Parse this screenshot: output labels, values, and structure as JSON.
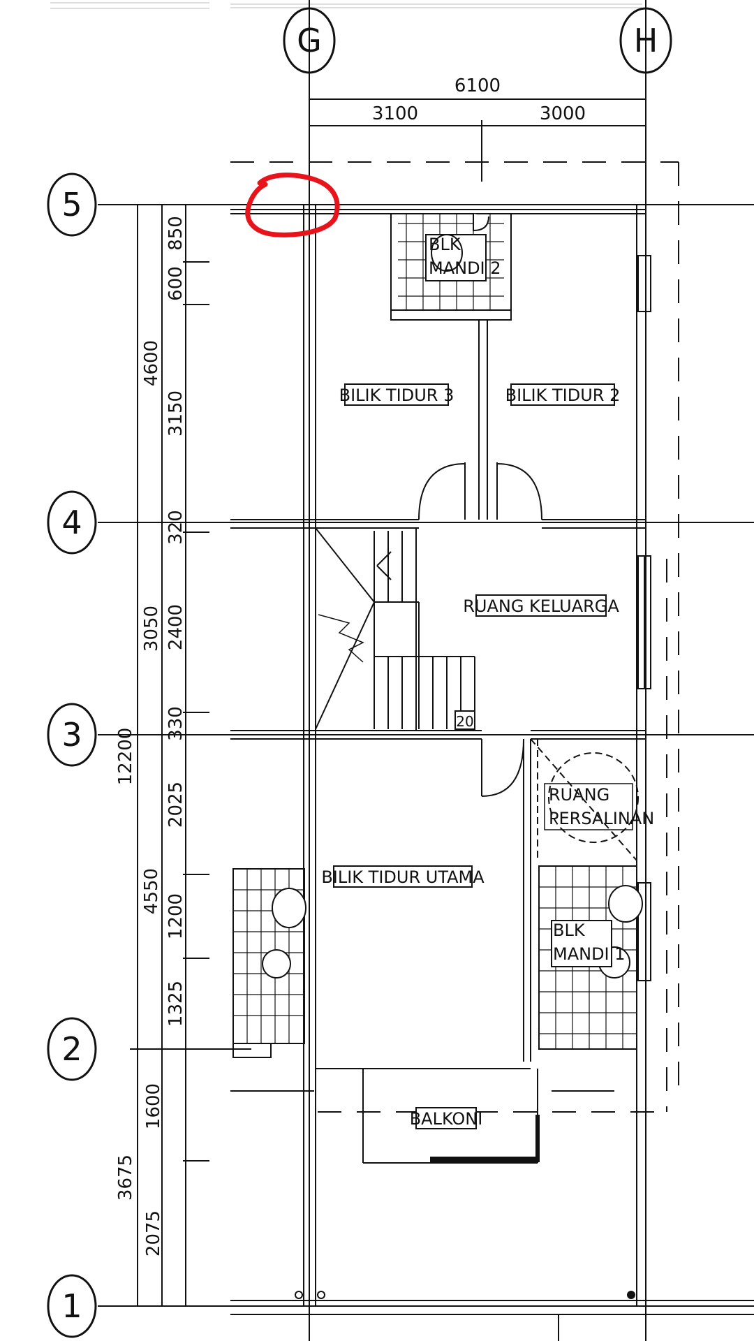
{
  "grid_columns": [
    {
      "label": "G"
    },
    {
      "label": "H"
    }
  ],
  "grid_rows": [
    {
      "label": "5"
    },
    {
      "label": "4"
    },
    {
      "label": "3"
    },
    {
      "label": "2"
    },
    {
      "label": "1"
    }
  ],
  "dimensions": {
    "top_total": "6100",
    "top_left": "3100",
    "top_right": "3000",
    "left_outer": "12200",
    "left_mid_1": "4600",
    "left_mid_2": "3050",
    "left_mid_3": "4550",
    "left_mid_4": "3675",
    "inner_1": "850",
    "inner_2": "600",
    "inner_3": "3150",
    "inner_4": "320",
    "inner_5": "2400",
    "inner_6": "330",
    "inner_7": "2025",
    "inner_8": "1200",
    "inner_9": "1325",
    "inner_10": "1600",
    "inner_11": "2075"
  },
  "rooms": {
    "bathroom_2_line1": "BLK",
    "bathroom_2_line2": "MANDI 2",
    "bedroom_3": "BILIK TIDUR 3",
    "bedroom_2": "BILIK TIDUR 2",
    "family_room": "RUANG KELUARGA",
    "stair_count": "20",
    "dressing_room_line1": "RUANG",
    "dressing_room_line2": "PERSALINAN",
    "master_bedroom": "BILIK TIDUR UTAMA",
    "bathroom_1_line1": "BLK",
    "bathroom_1_line2": "MANDI 1",
    "balcony": "BALKONI"
  },
  "annotation": {
    "color": "#e8141b"
  }
}
